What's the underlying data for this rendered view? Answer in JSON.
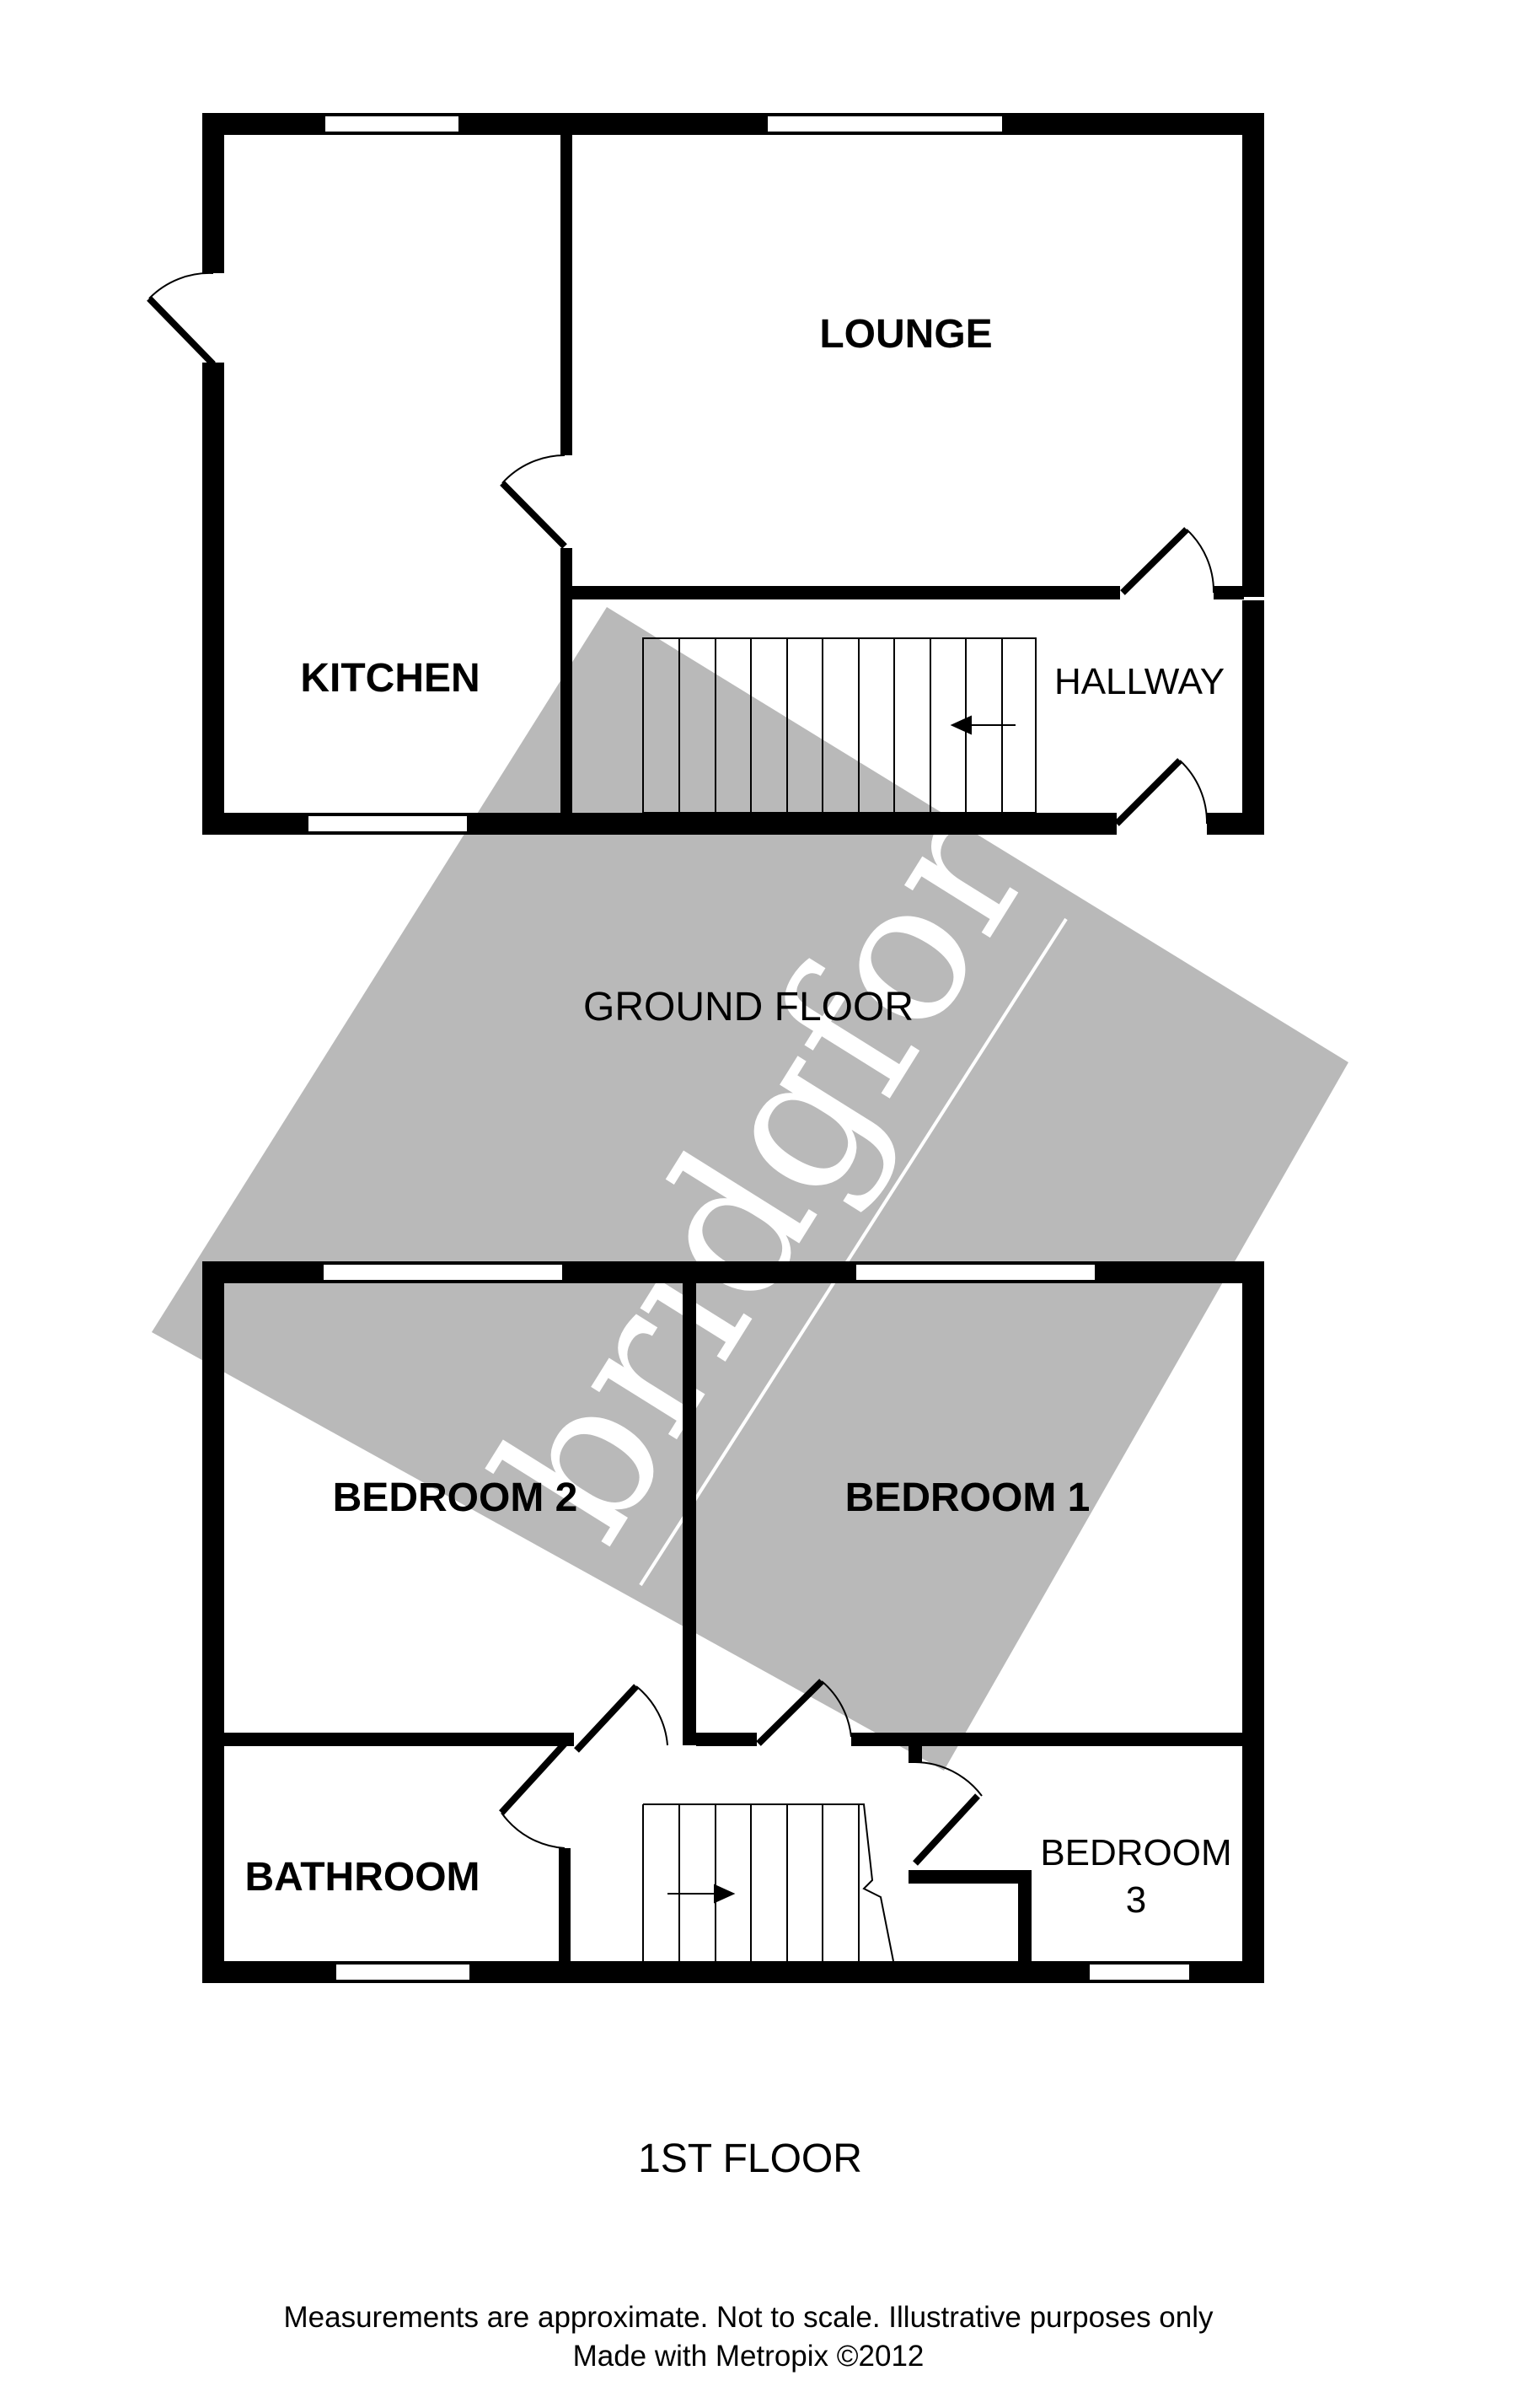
{
  "watermark": {
    "text": "bridgfords",
    "color": "#b3b3b3"
  },
  "ground_floor": {
    "label": "GROUND FLOOR",
    "rooms": {
      "lounge": "LOUNGE",
      "kitchen": "KITCHEN",
      "hallway": "HALLWAY"
    }
  },
  "first_floor": {
    "label": "1ST FLOOR",
    "rooms": {
      "bedroom1": "BEDROOM 1",
      "bedroom2": "BEDROOM 2",
      "bathroom": "BATHROOM",
      "bedroom3_line1": "BEDROOM",
      "bedroom3_line2": "3"
    }
  },
  "footer": {
    "line1": "Measurements are approximate.  Not to scale.  Illustrative purposes only",
    "line2": "Made with Metropix ©2012"
  }
}
